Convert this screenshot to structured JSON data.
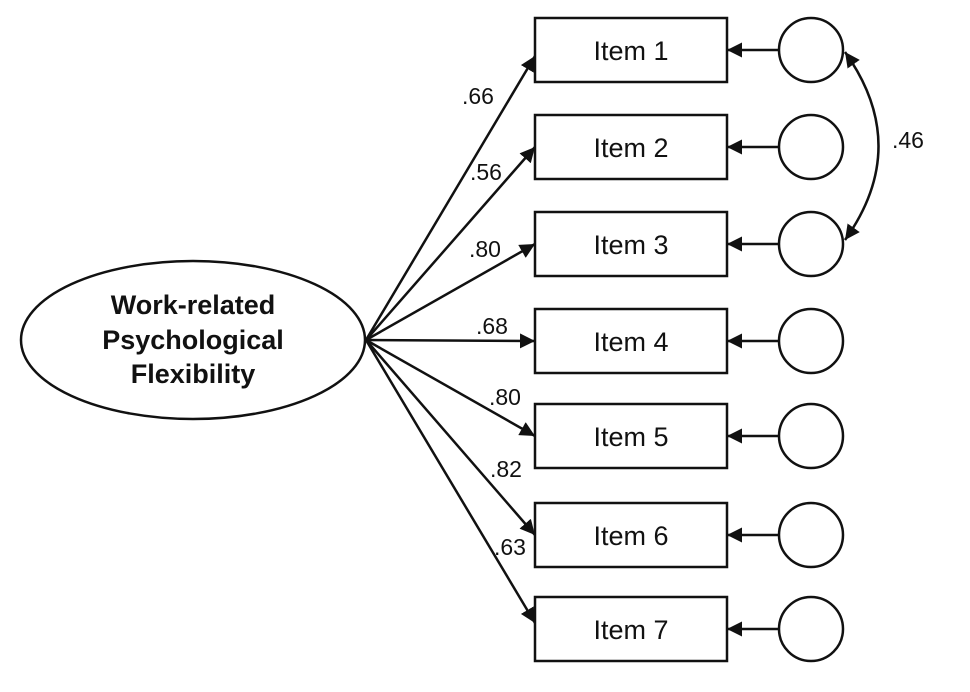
{
  "latent": {
    "lines": [
      "Work-related",
      "Psychological",
      "Flexibility"
    ]
  },
  "items": [
    {
      "label": "Item 1",
      "loading": ".66"
    },
    {
      "label": "Item 2",
      "loading": ".56"
    },
    {
      "label": "Item 3",
      "loading": ".80"
    },
    {
      "label": "Item 4",
      "loading": ".68"
    },
    {
      "label": "Item 5",
      "loading": ".80"
    },
    {
      "label": "Item 6",
      "loading": ".82"
    },
    {
      "label": "Item 7",
      "loading": ".63"
    }
  ],
  "covariance": {
    "between": [
      "Item 1",
      "Item 3"
    ],
    "value": ".46"
  }
}
